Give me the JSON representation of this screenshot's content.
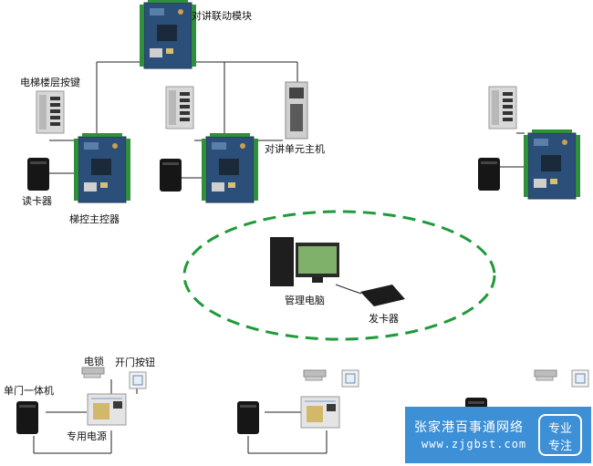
{
  "labels": {
    "intercom_module": "对讲联动模块",
    "elevator_floor_button": "电梯楼层按键",
    "intercom_unit_host": "对讲单元主机",
    "card_reader": "读卡器",
    "elevator_controller": "梯控主控器",
    "management_pc": "管理电脑",
    "card_issuer": "发卡器",
    "single_door_unit": "单门一体机",
    "electric_lock": "电锁",
    "door_open_button": "开门按钮",
    "dedicated_power": "专用电源"
  },
  "watermark": {
    "title": "张家港百事通网络",
    "url": "www.zjgbst.com",
    "badge_line1": "专业",
    "badge_line2": "专注"
  },
  "colors": {
    "board_green": "#2f8f3a",
    "board_blue": "#2b4f78",
    "dashed_ellipse": "#1f9a3a",
    "watermark_bg": "#3d8fd6"
  }
}
